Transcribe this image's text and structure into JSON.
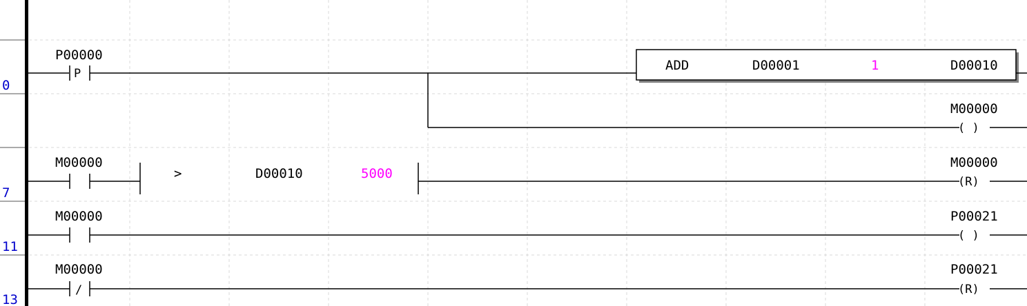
{
  "editor": {
    "step_numbers": [
      "0",
      "7",
      "11",
      "13"
    ],
    "colors": {
      "rail": "#000000",
      "line": "#000000",
      "step_number": "#0000cc",
      "constant": "#ff00ff",
      "grid": "#d8d8d8",
      "background": "#ffffff"
    }
  },
  "rungs": [
    {
      "step": "0",
      "contact": {
        "type": "positive-transition",
        "device": "P00000",
        "symbol": "P"
      },
      "function_block": {
        "instruction": "ADD",
        "operand1": "D00001",
        "operand2": "1",
        "destination": "D00010"
      },
      "branch_coil": {
        "type": "output",
        "device": "M00000",
        "symbol": "( )"
      }
    },
    {
      "step": "7",
      "contact": {
        "type": "normally-open",
        "device": "M00000"
      },
      "compare": {
        "operator": ">",
        "operand1": "D00010",
        "operand2": "5000"
      },
      "coil": {
        "type": "reset",
        "device": "M00000",
        "symbol": "(R)"
      }
    },
    {
      "step": "11",
      "contact": {
        "type": "normally-open",
        "device": "M00000"
      },
      "coil": {
        "type": "output",
        "device": "P00021",
        "symbol": "( )"
      }
    },
    {
      "step": "13",
      "contact": {
        "type": "normally-closed",
        "device": "M00000",
        "symbol": "/"
      },
      "coil": {
        "type": "reset",
        "device": "P00021",
        "symbol": "(R)"
      }
    }
  ]
}
